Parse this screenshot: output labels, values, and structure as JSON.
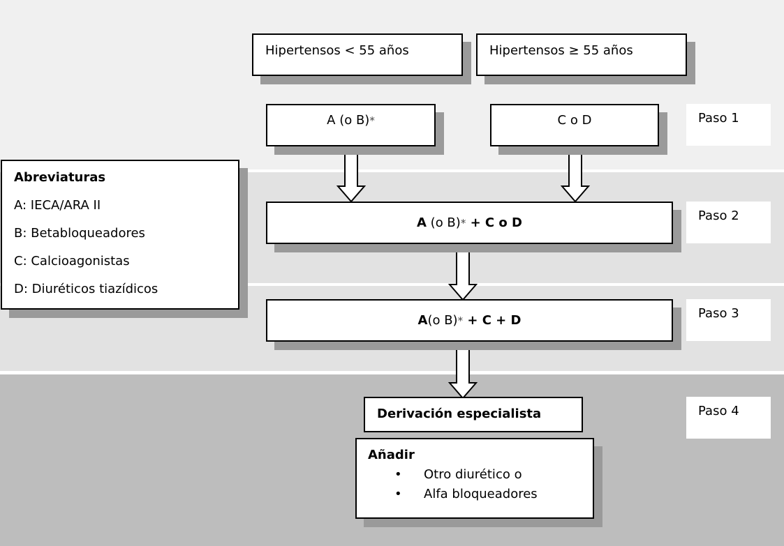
{
  "groups": {
    "young": "Hipertensos < 55 años",
    "old": "Hipertensos ≥ 55 años"
  },
  "step1": {
    "left": {
      "a": "A",
      "rest": " (o B)",
      "star": "*"
    },
    "right": "C o D"
  },
  "step2": {
    "a": "A",
    "mid": " (o B)",
    "star": "*",
    "rest": " + C  o  D"
  },
  "step3": {
    "a": "A",
    "mid": "(o B)",
    "star": "*",
    "rest": " + C + D"
  },
  "step4": {
    "referral": "Derivación especialista",
    "add_title": "Añadir",
    "add_items": [
      "Otro diurético o",
      "Alfa bloqueadores"
    ],
    "bullet": "•"
  },
  "pasos": [
    "Paso 1",
    "Paso 2",
    "Paso 3",
    "Paso 4"
  ],
  "legend": {
    "title": "Abreviaturas",
    "items": [
      "A: IECA/ARA II",
      "B: Betabloqueadores",
      "C: Calcioagonistas",
      "D: Diuréticos tiazídicos"
    ]
  },
  "colors": {
    "band_light": "#f0f0f0",
    "band_mid": "#e2e2e2",
    "band_dark": "#bdbdbd",
    "shadow": "#9a9a9a"
  }
}
